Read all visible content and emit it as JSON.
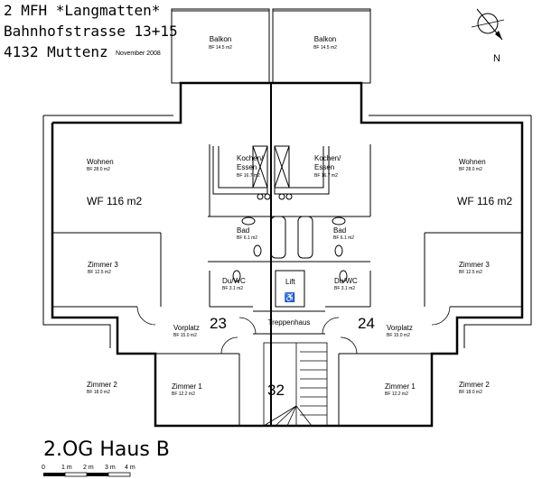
{
  "header": {
    "line1": "2 MFH *Langmatten*",
    "line2": "Bahnhofstrasse 13+15",
    "line3": "4132 Muttenz",
    "date": "November 2008"
  },
  "title": "2.OG Haus B",
  "scale": {
    "labels": [
      "0",
      "1 m",
      "2 m",
      "3 m",
      "4 m"
    ]
  },
  "north": "N",
  "rooms": [
    {
      "id": "balkon-left",
      "name": "Balkon",
      "area": "BF 14.5 m2"
    },
    {
      "id": "balkon-right",
      "name": "Balkon",
      "area": "BF 14.5 m2"
    },
    {
      "id": "kochen-left",
      "name": "Kochen/",
      "name2": "Essen",
      "area": "BF 16.7 m2"
    },
    {
      "id": "kochen-right",
      "name": "Kochen/",
      "name2": "Essen",
      "area": "BF 16.7 m2"
    },
    {
      "id": "wohnen-left",
      "name": "Wohnen",
      "area": "BF 28.0 m2"
    },
    {
      "id": "wohnen-right",
      "name": "Wohnen",
      "area": "BF 28.0 m2"
    },
    {
      "id": "bad-left",
      "name": "Bad",
      "area": "BF 6.1 m2"
    },
    {
      "id": "bad-right",
      "name": "Bad",
      "area": "BF 6.1 m2"
    },
    {
      "id": "zimmer3-left",
      "name": "Zimmer 3",
      "area": "BF 12.5 m2"
    },
    {
      "id": "zimmer3-right",
      "name": "Zimmer 3",
      "area": "BF 12.5 m2"
    },
    {
      "id": "duwc-left",
      "name": "Du/WC",
      "area": "BF 3.1 m2"
    },
    {
      "id": "duwc-right",
      "name": "Du/WC",
      "area": "BF 3.1 m2"
    },
    {
      "id": "vorplatz-left",
      "name": "Vorplatz",
      "area": "BF 15.0 m2"
    },
    {
      "id": "vorplatz-right",
      "name": "Vorplatz",
      "area": "BF 15.0 m2"
    },
    {
      "id": "zimmer2-left",
      "name": "Zimmer 2",
      "area": "BF 18.0 m2"
    },
    {
      "id": "zimmer2-right",
      "name": "Zimmer 2",
      "area": "BF 18.0 m2"
    },
    {
      "id": "zimmer1-left",
      "name": "Zimmer 1",
      "area": "BF 12.2 m2"
    },
    {
      "id": "zimmer1-right",
      "name": "Zimmer 1",
      "area": "BF 12.2 m2"
    }
  ],
  "wf": {
    "left": "WF 116 m2",
    "right": "WF 116 m2"
  },
  "units": {
    "left": "23",
    "right": "24",
    "stair": "32"
  },
  "core": {
    "lift": "Lift",
    "treppenhaus": "Treppenhaus"
  }
}
